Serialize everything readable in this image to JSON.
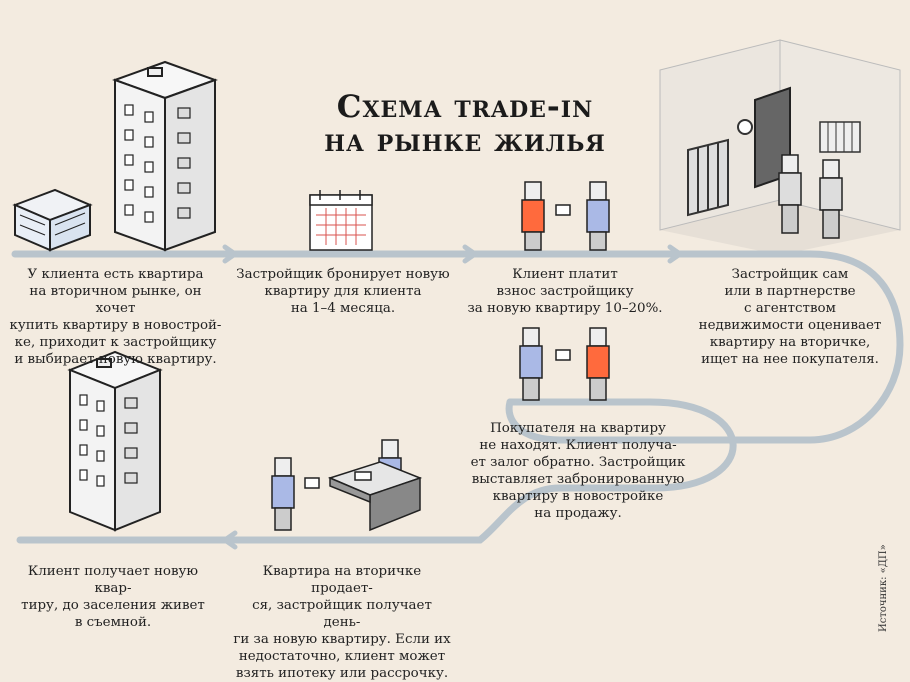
{
  "title": {
    "line1": "Схема trade-in",
    "line2": "на рынке жилья"
  },
  "steps": [
    {
      "id": 1,
      "text": "У клиента есть квартира\nна вторичном рынке, он хочет\nкупить квартиру в новострой-\nке, приходит к застройщику\nи выбирает новую квартиру."
    },
    {
      "id": 2,
      "text": "Застройщик бронирует новую\nквартиру для клиента\nна 1–4 месяца."
    },
    {
      "id": 3,
      "text": "Клиент платит\nвзнос застройщику\nза новую квартиру 10–20%."
    },
    {
      "id": 4,
      "text": "Застройщик сам\nили в партнерстве\nс агентством\nнедвижимости оценивает\nквартиру на вторичке,\nищет на нее покупателя."
    },
    {
      "id": 5,
      "text": "Покупателя на квартиру\nне находят. Клиент получа-\nет залог обратно. Застройщик\nвыставляет забронированную\nквартиру в новостройке\nна продажу."
    },
    {
      "id": 6,
      "text": "Квартира на вторичке продает-\nся, застройщик получает день-\nги за новую квартиру. Если их\nнедостаточно, клиент может\nвзять ипотеку или рассрочку."
    },
    {
      "id": 7,
      "text": "Клиент получает новую квар-\nтиру, до заселения живет\nв съемной."
    }
  ],
  "source": "Источник: «ДП»",
  "colors": {
    "background": "#f3ebe0",
    "path": "#b9c4cc",
    "client_shirt": "#ff6a3d",
    "developer_shirt": "#aab9e6",
    "building": "#f5f5f5",
    "outline": "#222222"
  },
  "icons": [
    "small-office-building-icon",
    "tall-residential-building-icon",
    "calendar-icon",
    "people-exchanging-money-icon",
    "apartment-interior-icon",
    "office-desk-icon"
  ]
}
